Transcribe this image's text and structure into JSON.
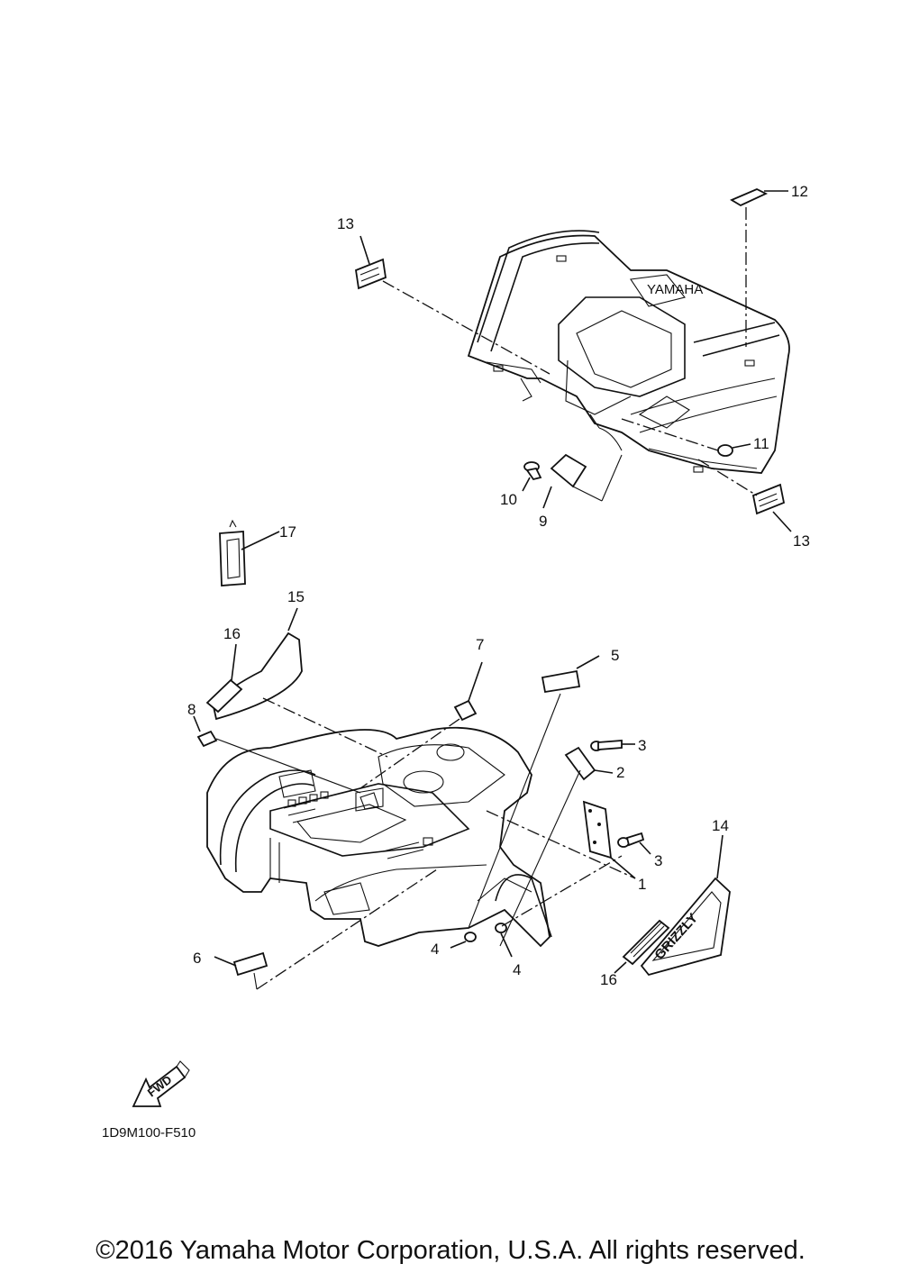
{
  "diagram": {
    "code": "1D9M100-F510",
    "fwd_label": "FWD",
    "callouts": {
      "c1": "1",
      "c2": "2",
      "c3a": "3",
      "c3b": "3",
      "c4a": "4",
      "c4b": "4",
      "c5": "5",
      "c6": "6",
      "c7": "7",
      "c8": "8",
      "c9": "9",
      "c10": "10",
      "c11": "11",
      "c12": "12",
      "c13a": "13",
      "c13b": "13",
      "c14": "14",
      "c15": "15",
      "c16a": "16",
      "c16b": "16",
      "c17": "17"
    }
  },
  "footer": {
    "copyright": "©2016 Yamaha Motor Corporation, U.S.A. All rights reserved."
  }
}
